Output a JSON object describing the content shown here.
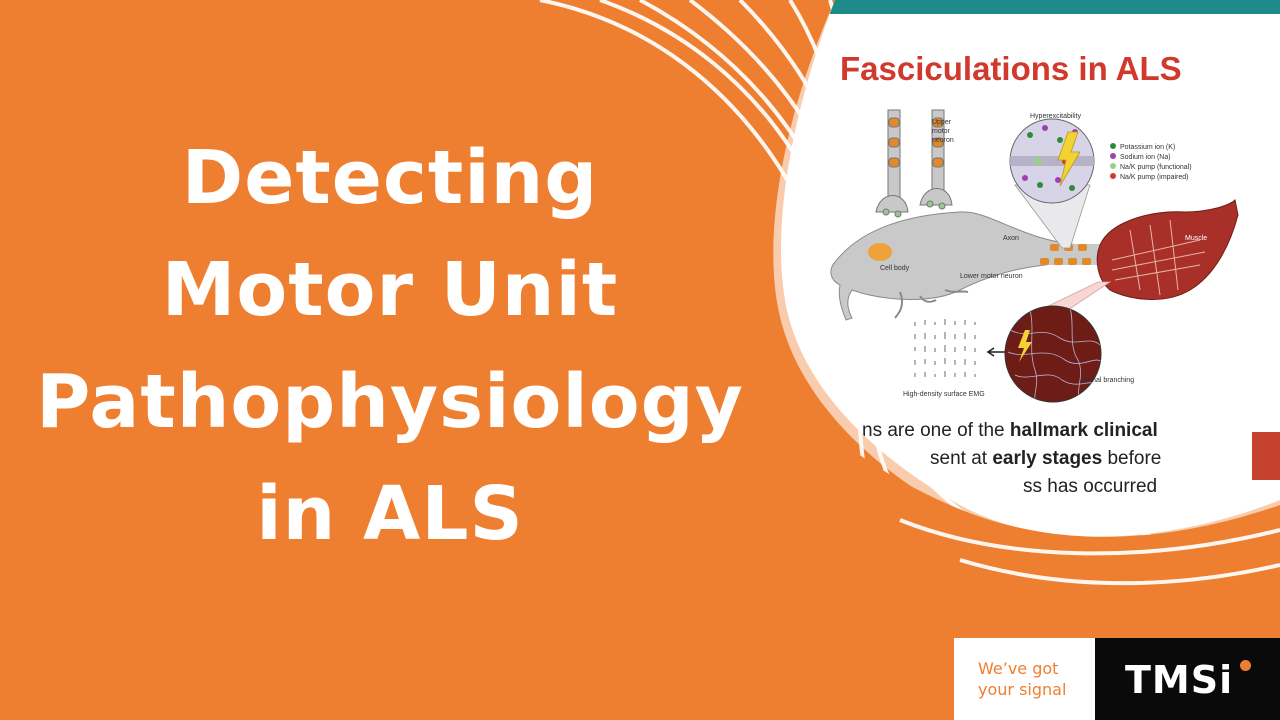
{
  "headline": {
    "lines": [
      "Detecting",
      "Motor Unit",
      "Pathophysiology",
      "in ALS"
    ]
  },
  "slide": {
    "title": "Fasciculations in ALS",
    "labels": {
      "upper_motor_neuron": [
        "Upper",
        "motor",
        "neuron"
      ],
      "hyperexcitability": "Hyperexcitability",
      "axon": "Axon",
      "cell_body": "Cell body",
      "lower_motor_neuron": "Lower motor neuron",
      "muscle": "Muscle",
      "axonal_branching": "Axonal branching",
      "hd_emg": "High-density surface EMG"
    },
    "legend": [
      {
        "label": "Potassium ion (K)",
        "color": "#2e8b3a"
      },
      {
        "label": "Sodium ion (Na)",
        "color": "#a23fb0"
      },
      {
        "label": "Na/K pump (functional)",
        "color": "#9ad18a"
      },
      {
        "label": "Na/K pump (impaired)",
        "color": "#d33a2c"
      }
    ],
    "bullet": {
      "line1_plain": "ns are one of the ",
      "line1_bold": "hallmark clinical",
      "line2_plain": "sent at ",
      "line2_bold": "early stages",
      "line2_tail": " before",
      "line3": "ss has occurred"
    },
    "title_color": "#d0392b",
    "header_bar_color": "#1f8a8a"
  },
  "brand": {
    "tagline": [
      "We’ve got",
      "your signal"
    ],
    "logo": "TMSi",
    "accent": "#EE7F30"
  },
  "colors": {
    "background": "#EE7F30",
    "text": "#ffffff"
  }
}
